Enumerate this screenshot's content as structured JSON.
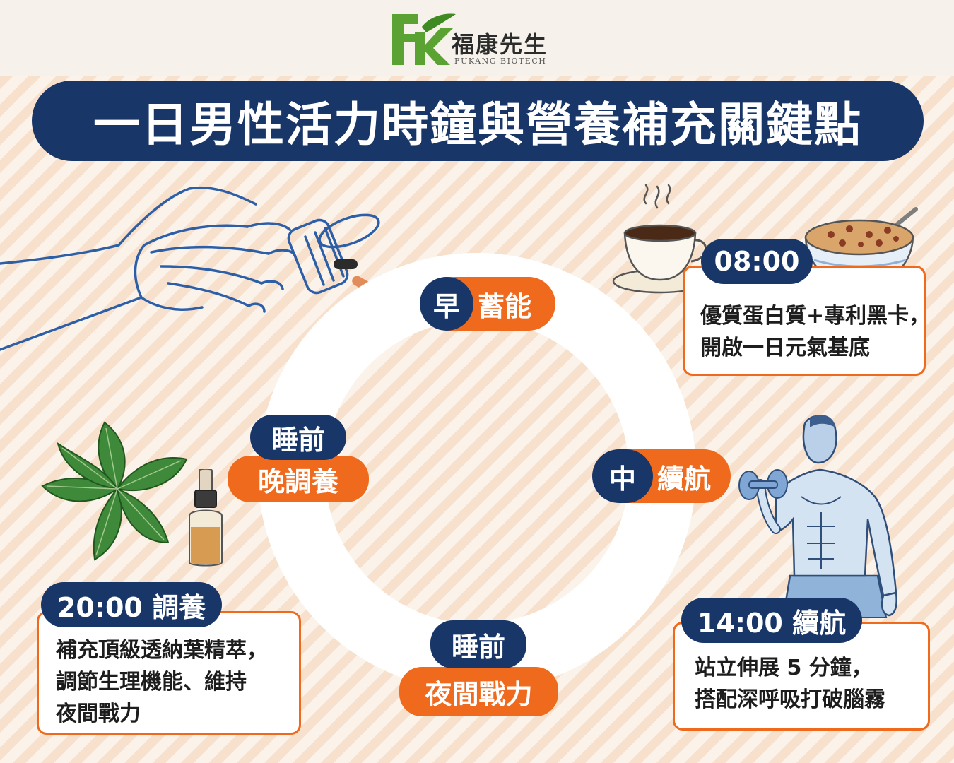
{
  "brand": {
    "name_cn": "福康先生",
    "name_en": "FUKANG BIOTECH",
    "colors": {
      "green": "#5aa332",
      "navy": "#183668",
      "orange": "#ef6a1d"
    }
  },
  "title": "一日男性活力時鐘與營養補充關鍵點",
  "clock": {
    "morning": {
      "badge": "早",
      "label": "蓄能"
    },
    "midday": {
      "badge": "中",
      "label": "續航"
    },
    "evening": {
      "badge": "睡前",
      "label": "晚調養"
    },
    "night": {
      "badge": "睡前",
      "label": "夜間戰力"
    }
  },
  "cards": {
    "morning": {
      "time": "08:00",
      "lines": [
        "優質蛋白質+專利黑卡，",
        "開啟一日元氣基底"
      ]
    },
    "afternoon": {
      "time": "14:00 續航",
      "lines": [
        "站立伸展 5 分鐘，",
        "搭配深呼吸打破腦霧"
      ]
    },
    "evening": {
      "time": "20:00 調養",
      "lines": [
        "補充頂級透納葉精萃，",
        "調節生理機能、維持",
        "夜間戰力"
      ]
    }
  },
  "illustrations": [
    "hand-pouring-pills",
    "coffee-cup",
    "cereal-bowl",
    "muscular-man-dumbbell",
    "damiana-leaves",
    "dropper-bottle"
  ]
}
